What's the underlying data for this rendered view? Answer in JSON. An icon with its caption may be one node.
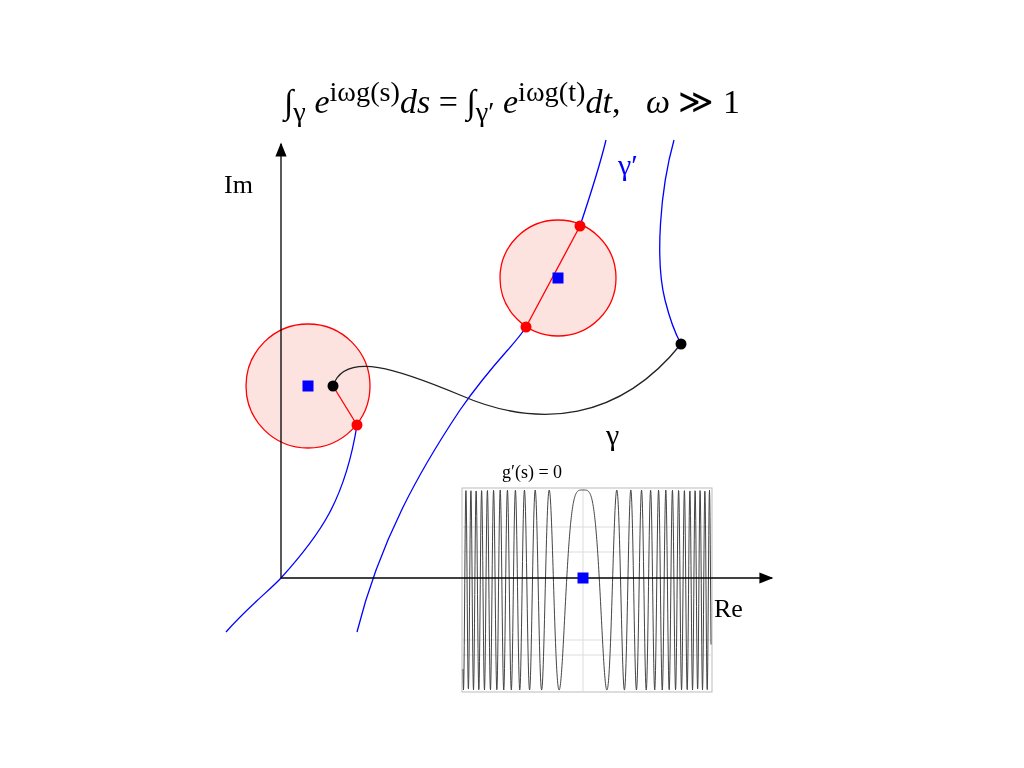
{
  "diagram": {
    "title": "∫$_{γ}$ *e*$^{iωg(s)}$*ds* = ∫$_{γ′}$ *e*$^{iωg(t)}$*dt*,   *ω* ≫ 1",
    "labels": [
      "Im",
      "γ′",
      "γ",
      "g′(s) = 0",
      "Re"
    ]
  }
}
